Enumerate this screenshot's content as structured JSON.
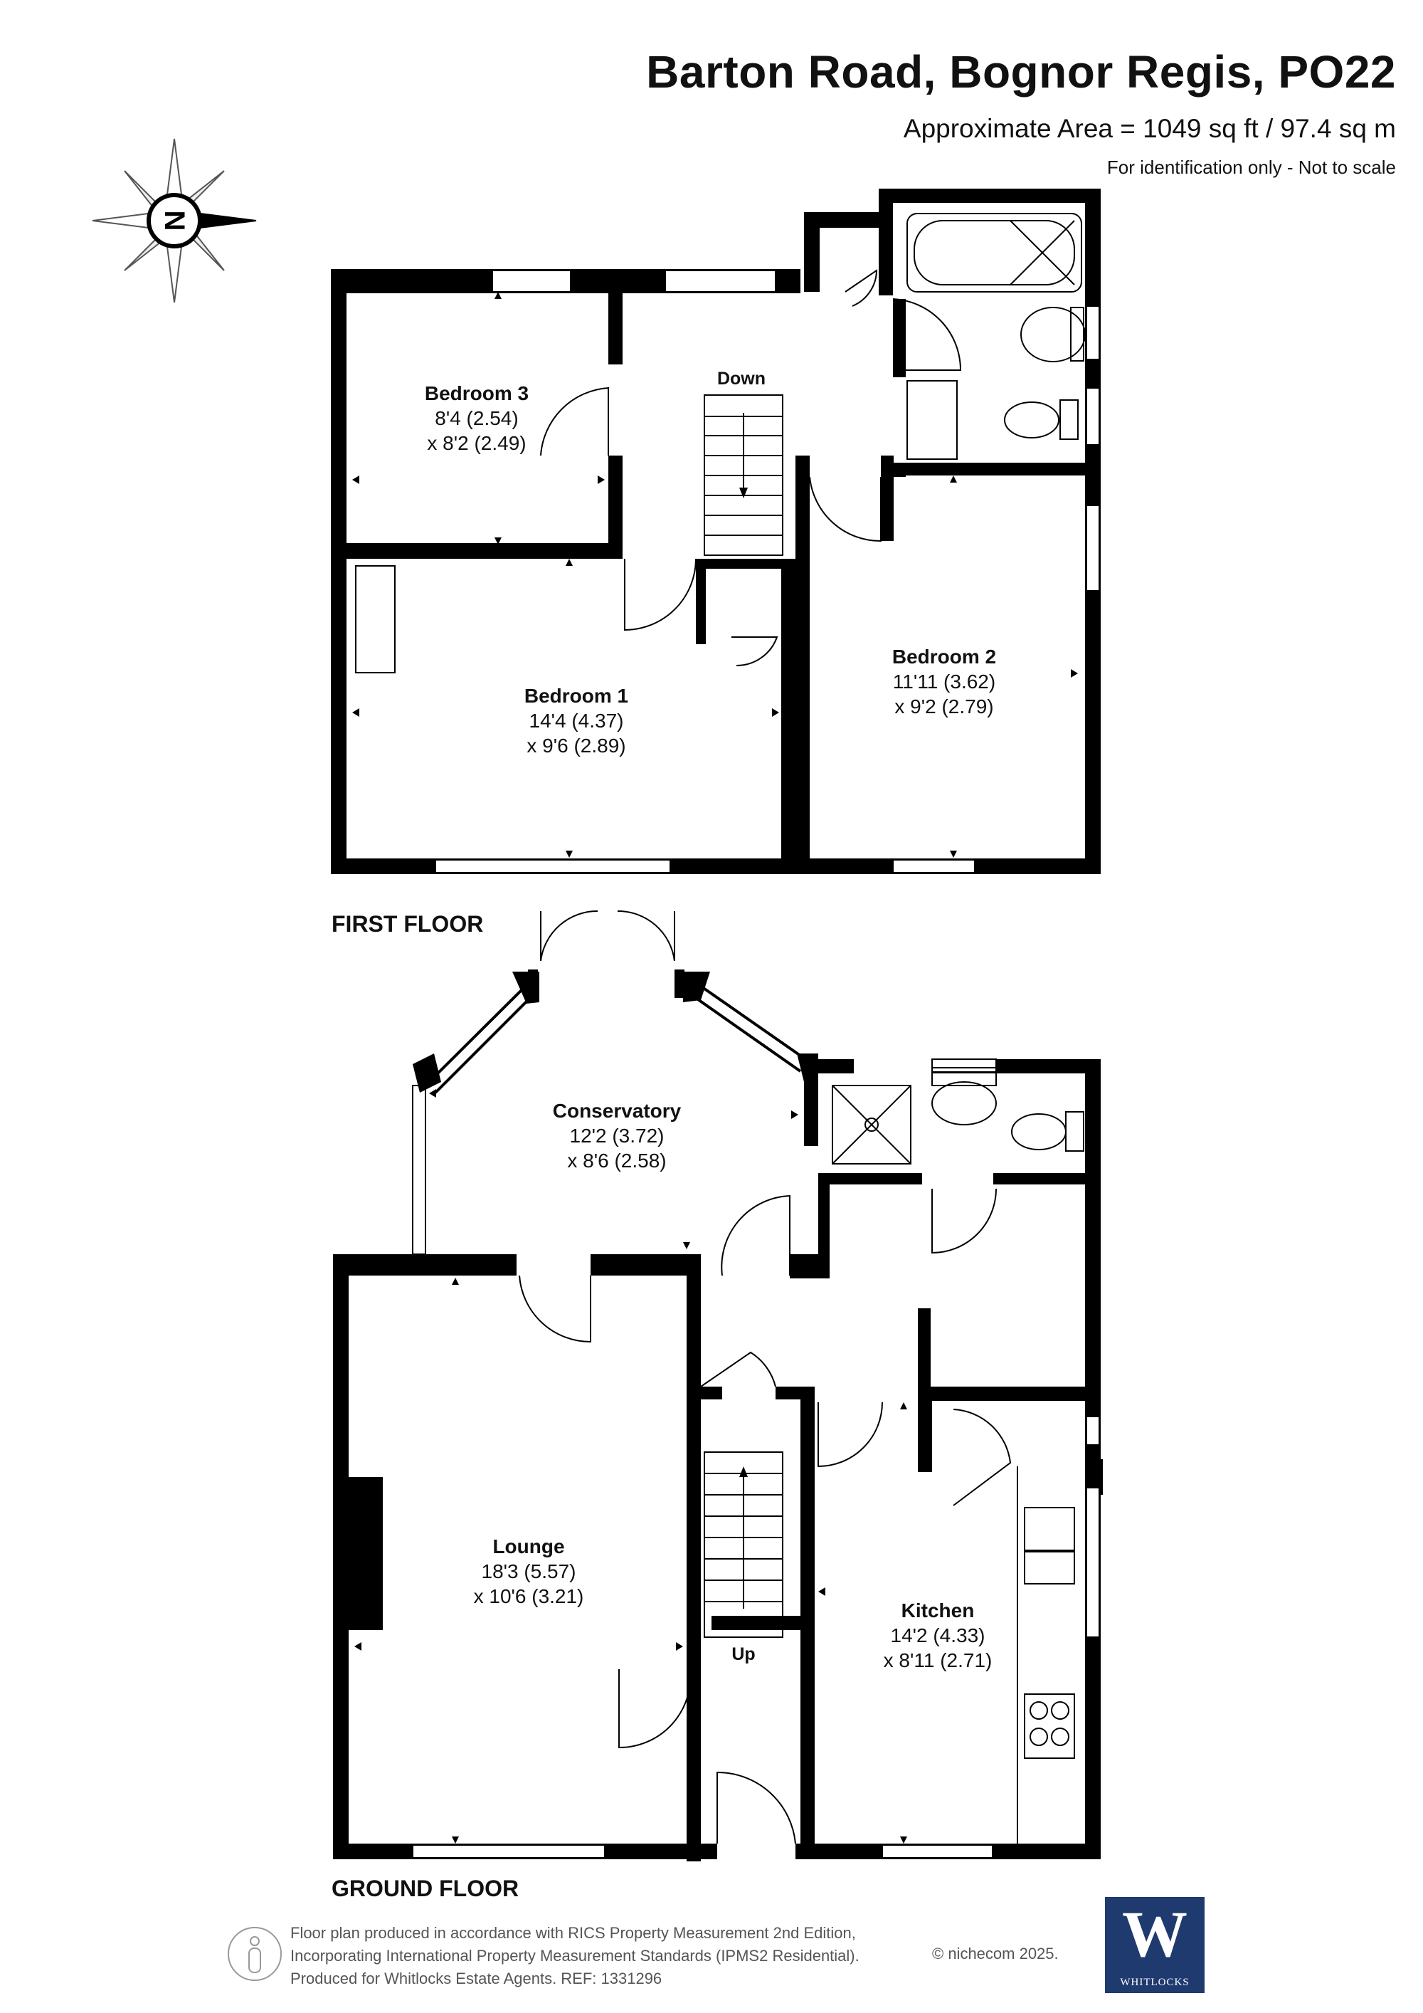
{
  "header": {
    "title": "Barton Road, Bognor Regis, PO22",
    "area": "Approximate Area = 1049 sq ft / 97.4 sq m",
    "note": "For identification only - Not to scale"
  },
  "compass": {
    "letter": "N"
  },
  "first_floor": {
    "label": "FIRST FLOOR",
    "stairs_label": "Down",
    "rooms": [
      {
        "name": "Bedroom 3",
        "dim1": "8'4 (2.54)",
        "dim2": "x 8'2 (2.49)"
      },
      {
        "name": "Bedroom 1",
        "dim1": "14'4 (4.37)",
        "dim2": "x 9'6 (2.89)"
      },
      {
        "name": "Bedroom 2",
        "dim1": "11'11 (3.62)",
        "dim2": "x 9'2 (2.79)"
      }
    ]
  },
  "ground_floor": {
    "label": "GROUND FLOOR",
    "stairs_label": "Up",
    "rooms": [
      {
        "name": "Conservatory",
        "dim1": "12'2 (3.72)",
        "dim2": "x 8'6 (2.58)"
      },
      {
        "name": "Lounge",
        "dim1": "18'3 (5.57)",
        "dim2": "x 10'6 (3.21)"
      },
      {
        "name": "Kitchen",
        "dim1": "14'2 (4.33)",
        "dim2": "x 8'11 (2.71)"
      }
    ]
  },
  "footer": {
    "line1": "Floor plan produced in accordance with RICS Property Measurement 2nd Edition,",
    "line2": "Incorporating International Property Measurement Standards (IPMS2 Residential).",
    "line3": "Produced for Whitlocks Estate Agents.   REF: 1331296",
    "copyright": "© nichecom 2025."
  },
  "logo": {
    "letter": "W",
    "text": "WHITLOCKS"
  },
  "colors": {
    "wall": "#000000",
    "logo_blue": "#1f3a6e",
    "logo_orange": "#e8731e"
  }
}
